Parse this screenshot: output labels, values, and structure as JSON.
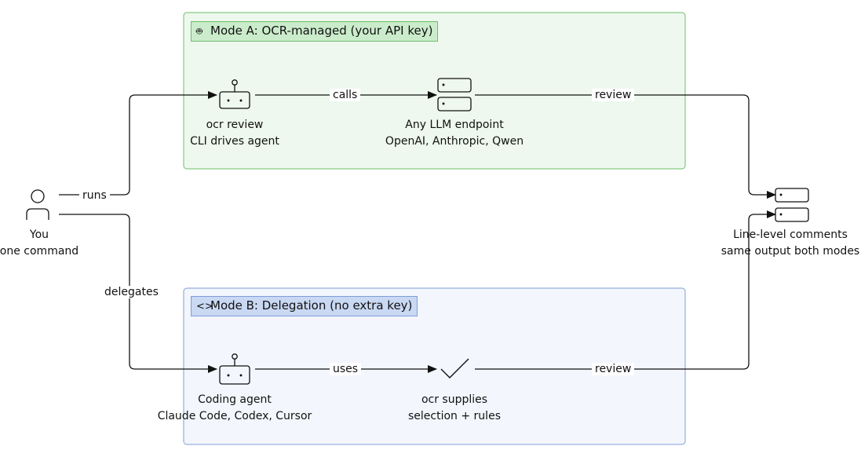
{
  "colors": {
    "groupA_fill": "#eef8ee",
    "groupA_stroke": "#6bbf6b",
    "groupA_title_fill": "#cbeccb",
    "groupB_fill": "#f3f6fc",
    "groupB_stroke": "#7f9ed6",
    "groupB_title_fill": "#c9d8f3",
    "line": "#111111"
  },
  "groups": {
    "modeA": {
      "title": "Mode A: OCR-managed (your API key)",
      "icon": "robot-icon"
    },
    "modeB": {
      "title": "Mode B: Delegation (no extra key)",
      "icon": "code-icon"
    }
  },
  "nodes": {
    "you": {
      "line1": "You",
      "line2": "one command",
      "icon": "person-icon"
    },
    "ocr_review": {
      "line1": "ocr review",
      "line2": "CLI drives agent",
      "icon": "robot-icon"
    },
    "llm_endpoint": {
      "line1": "Any LLM endpoint",
      "line2": "OpenAI, Anthropic, Qwen",
      "icon": "server-icon"
    },
    "coding_agent": {
      "line1": "Coding agent",
      "line2": "Claude Code, Codex, Cursor",
      "icon": "robot-icon"
    },
    "ocr_supplies": {
      "line1": "ocr supplies",
      "line2": "selection + rules",
      "icon": "checkmark-icon"
    },
    "output": {
      "line1": "Line-level comments",
      "line2": "same output both modes",
      "icon": "server-icon"
    }
  },
  "edges": {
    "runs": "runs",
    "delegates": "delegates",
    "calls": "calls",
    "review_a": "review",
    "uses": "uses",
    "review_b": "review"
  }
}
